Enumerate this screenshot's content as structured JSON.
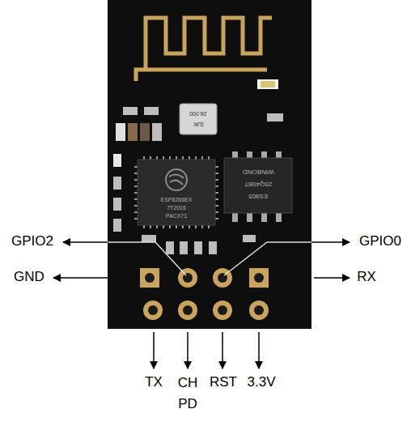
{
  "diagram": {
    "labels": [
      "26.000",
      "SJK",
      "ESP8266EX",
      "7T2016",
      "PACX71",
      "WINBOND",
      "25Q40BT",
      "ES805",
      "GPIO2",
      "GPIO0",
      "GND",
      "RX",
      "TX",
      "CH PD",
      "RST",
      "3.3V"
    ]
  }
}
